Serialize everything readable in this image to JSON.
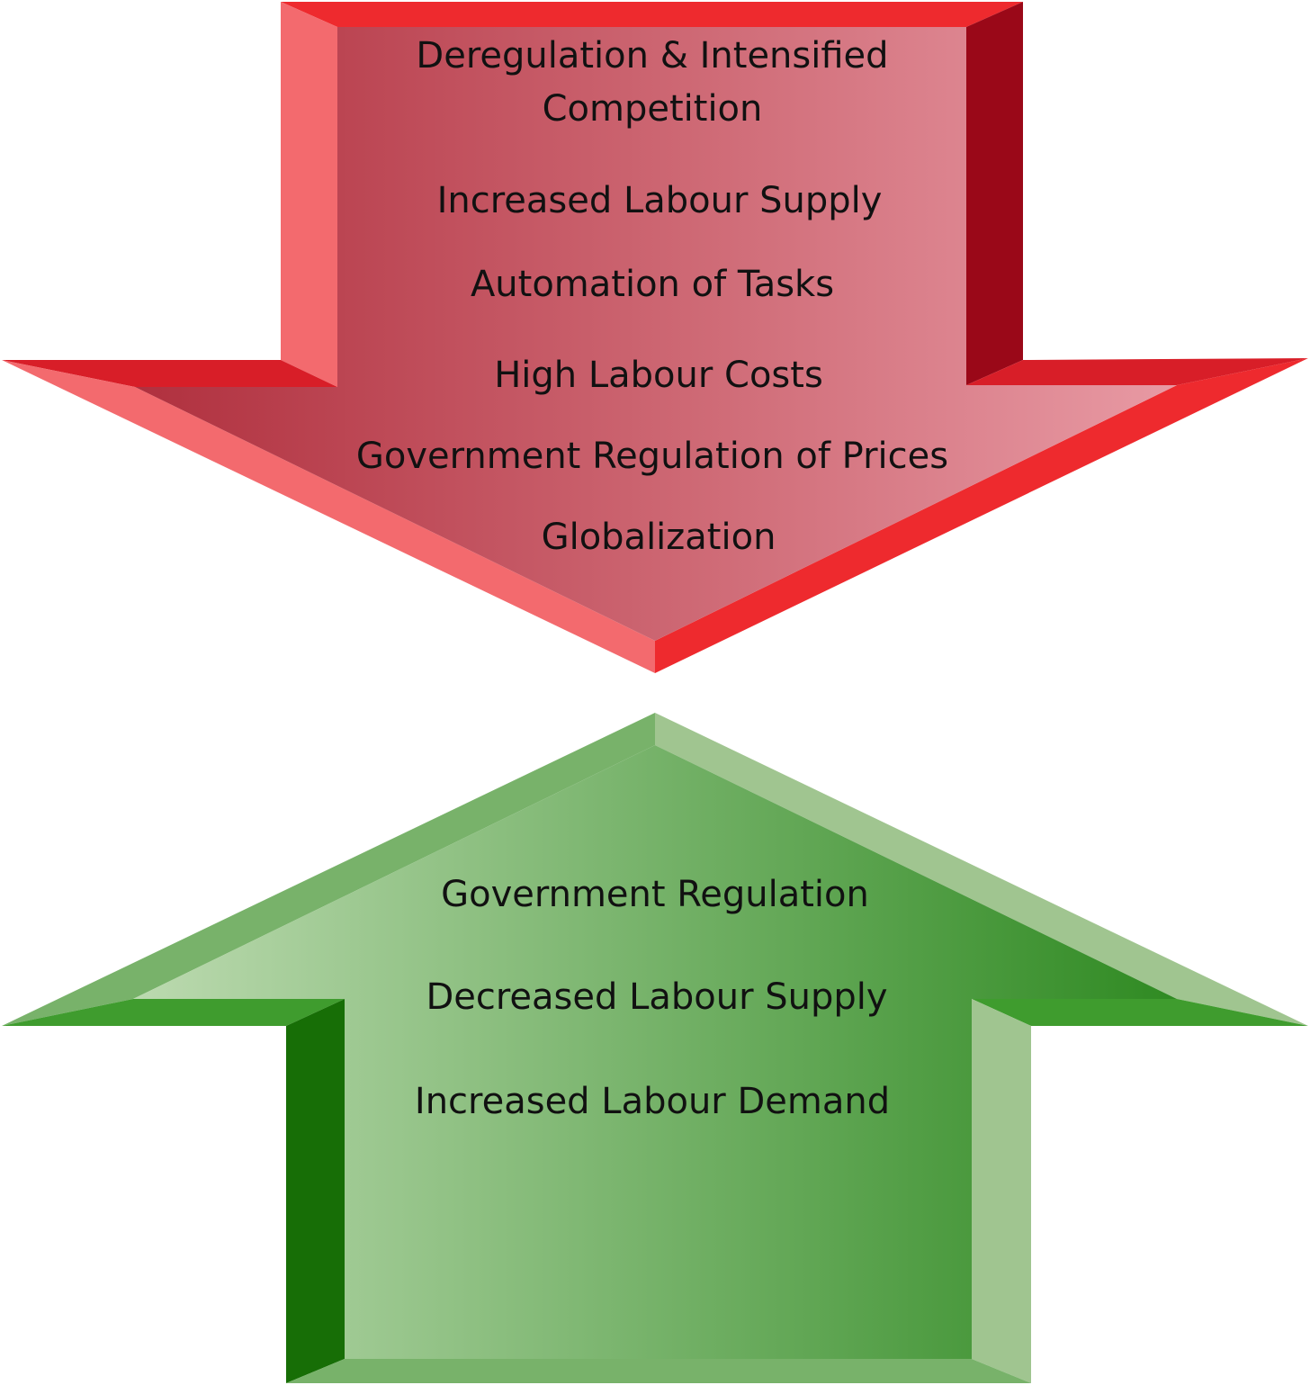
{
  "down_arrow": {
    "name": "decreasing-factors",
    "colors": {
      "face_left": "#b0303e",
      "face_right": "#e89aa4",
      "bevel_light": "#f36a6e",
      "bevel_bright": "#ee2a2e",
      "bevel_dark": "#9a0818",
      "bevel_mid": "#d81e28"
    },
    "items": [
      "Deregulation & Intensified",
      "Competition",
      "Increased Labour Supply",
      "Automation of Tasks",
      "High Labour Costs",
      "Government Regulation of Prices",
      "Globalization"
    ]
  },
  "up_arrow": {
    "name": "increasing-factors",
    "colors": {
      "face_left": "#bcdab0",
      "face_right": "#2f8a22",
      "bevel_light": "#a0c590",
      "bevel_mid": "#78b26a",
      "bevel_dark": "#176e06",
      "bevel_bright": "#3f9c2e"
    },
    "items": [
      "Government Regulation",
      "Decreased Labour Supply",
      "Increased Labour Demand"
    ]
  }
}
